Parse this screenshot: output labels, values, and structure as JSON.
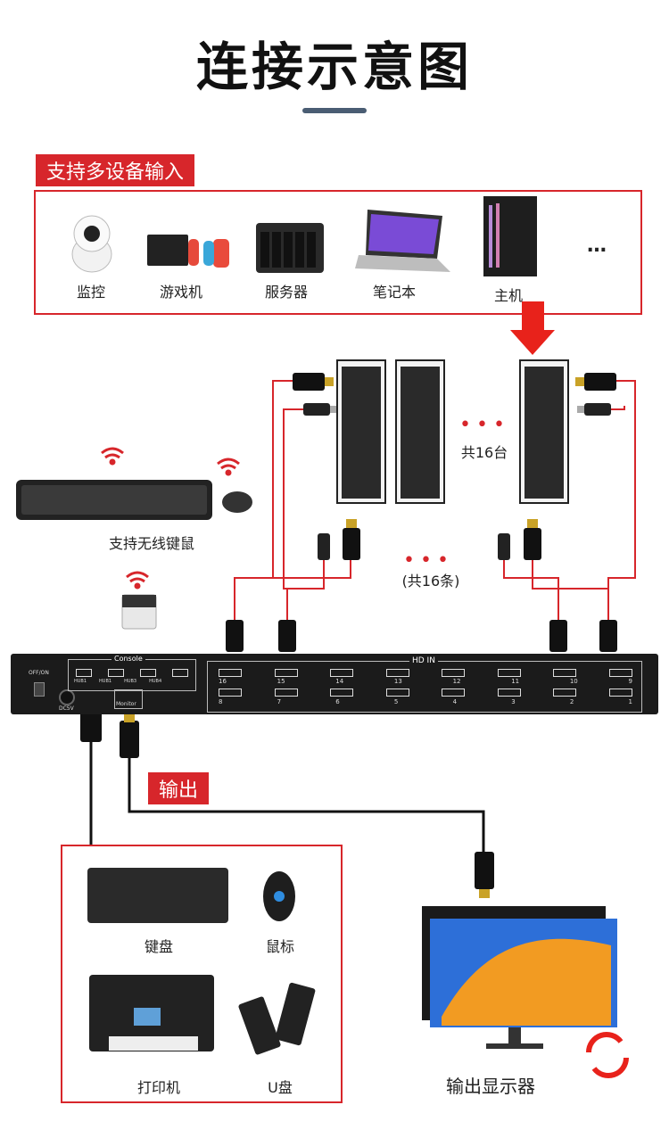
{
  "title": "连接示意图",
  "input_section": {
    "tag": "支持多设备输入",
    "devices": [
      {
        "label": "监控",
        "icon": "camera-icon"
      },
      {
        "label": "游戏机",
        "icon": "game-console-icon"
      },
      {
        "label": "服务器",
        "icon": "server-icon"
      },
      {
        "label": "笔记本",
        "icon": "laptop-icon"
      },
      {
        "label": "主机",
        "icon": "desktop-tower-icon"
      }
    ],
    "more": "…"
  },
  "pcs": {
    "count_label": "共16台",
    "dots": "•••"
  },
  "wireless": {
    "label": "支持无线键鼠"
  },
  "cables": {
    "count_label": "(共16条)",
    "dots": "•••"
  },
  "kvm": {
    "console_label": "Console",
    "hub_labels": [
      "HUB1",
      "HUB1",
      "HUB3",
      "HUB4"
    ],
    "monitor_label": "Monitor",
    "power_label": "OFF/ON",
    "dc_label": "DC5V",
    "hdin_label": "HD IN",
    "ports_top": [
      "16",
      "15",
      "14",
      "13",
      "12",
      "11",
      "10",
      "9"
    ],
    "ports_bottom": [
      "8",
      "7",
      "6",
      "5",
      "4",
      "3",
      "2",
      "1"
    ]
  },
  "output_section": {
    "tag": "输出",
    "devices": [
      {
        "label": "键盘",
        "icon": "keyboard-icon"
      },
      {
        "label": "鼠标",
        "icon": "mouse-icon"
      },
      {
        "label": "打印机",
        "icon": "printer-icon"
      },
      {
        "label": "U盘",
        "icon": "usb-drive-icon"
      }
    ],
    "monitor_label": "输出显示器"
  },
  "colors": {
    "accent": "#d7262b",
    "dark": "#1b1b1b",
    "title_bar": "#4a5d73"
  }
}
